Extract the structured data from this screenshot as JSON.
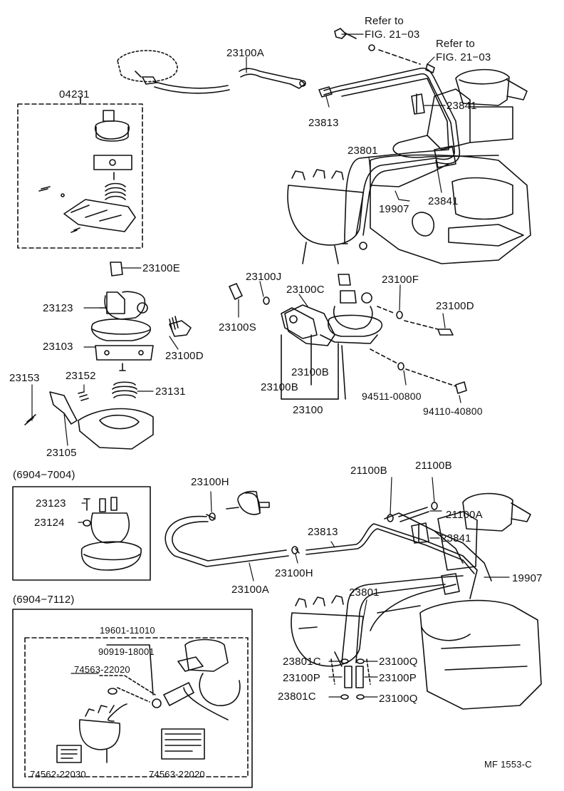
{
  "refer_1": "Refer to",
  "refer_1_fig": "FIG. 21−03",
  "refer_2": "Refer to",
  "refer_2_fig": "FIG. 21−03",
  "labels": {
    "p23100A_top": "23100A",
    "p04231": "04231",
    "p23841_top": "23841",
    "p23813_top": "23813",
    "p23801_top": "23801",
    "p19907_top": "19907",
    "p23841_top2": "23841",
    "p23100E": "23100E",
    "p23123": "23123",
    "p23103": "23103",
    "p23100D_left": "23100D",
    "p23153": "23153",
    "p23152": "23152",
    "p23131": "23131",
    "p23105": "23105",
    "p23100J": "23100J",
    "p23100C": "23100C",
    "p23100F": "23100F",
    "p23100S": "23100S",
    "p23100D_right": "23100D",
    "p23100B_a": "23100B",
    "p23100B_b": "23100B",
    "p23100": "23100",
    "p94511": "94511-00800",
    "p94110": "94110-40800",
    "p21100B_a": "21100B",
    "p21100B_b": "21100B",
    "p21100A": "21100A",
    "p23100H_a": "23100H",
    "p23813_bot": "23813",
    "p23841_bot": "23841",
    "p19907_bot": "19907",
    "p23100H_b": "23100H",
    "p23100A_bot": "23100A",
    "p23801_bot": "23801",
    "p23801C_a": "23801C",
    "p23100Q_a": "23100Q",
    "p23100P_a": "23100P",
    "p23100P_b": "23100P",
    "p23801C_b": "23801C",
    "p23100Q_b": "23100Q"
  },
  "inset1": {
    "title": "(6904−7004)",
    "p23123": "23123",
    "p23124": "23124"
  },
  "inset2": {
    "title": "(6904−7112)",
    "p19601": "19601-11010",
    "p90919": "90919-18001",
    "p74563a": "74563-22020",
    "p74562": "74562-22030",
    "p74563b": "74563-22020"
  },
  "figure_code": "MF 1553-C"
}
